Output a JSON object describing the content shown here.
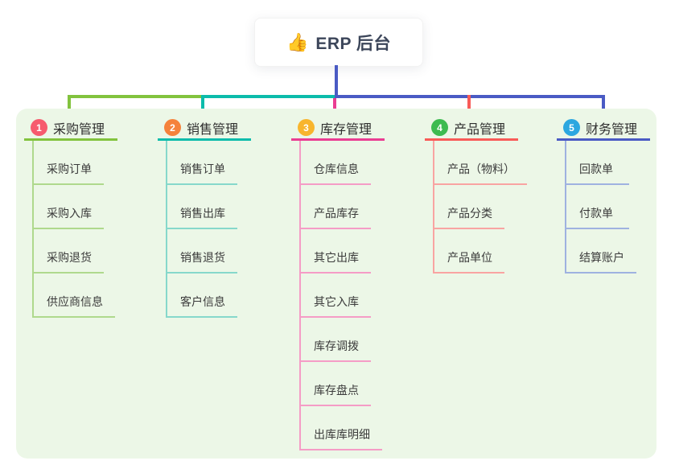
{
  "root": {
    "icon": "👍",
    "title": "ERP 后台"
  },
  "colors": {
    "stem": "#4a5bc4",
    "panel_bg": "#ecf7e7",
    "root_text": "#3c465a"
  },
  "branches": [
    {
      "number": "1",
      "title": "采购管理",
      "colors": {
        "badge": "#f65b6e",
        "line": "#82c33e",
        "subline": "#afd98d"
      },
      "items": [
        "采购订单",
        "采购入库",
        "采购退货",
        "供应商信息"
      ]
    },
    {
      "number": "2",
      "title": "销售管理",
      "colors": {
        "badge": "#f5823b",
        "line": "#0cbcab",
        "subline": "#86d8cb"
      },
      "items": [
        "销售订单",
        "销售出库",
        "销售退货",
        "客户信息"
      ]
    },
    {
      "number": "3",
      "title": "库存管理",
      "colors": {
        "badge": "#f8b52d",
        "line": "#ea3d92",
        "subline": "#f59cc6"
      },
      "items": [
        "仓库信息",
        "产品库存",
        "其它出库",
        "其它入库",
        "库存调拨",
        "库存盘点",
        "出库库明细"
      ]
    },
    {
      "number": "4",
      "title": "产品管理",
      "colors": {
        "badge": "#3dbb50",
        "line": "#f85b58",
        "subline": "#f9a4a2"
      },
      "items": [
        "产品（物料）",
        "产品分类",
        "产品单位"
      ]
    },
    {
      "number": "5",
      "title": "财务管理",
      "colors": {
        "badge": "#2ca7e0",
        "line": "#4a5bc4",
        "subline": "#9fb2e0"
      },
      "items": [
        "回款单",
        "付款单",
        "结算账户"
      ]
    }
  ]
}
